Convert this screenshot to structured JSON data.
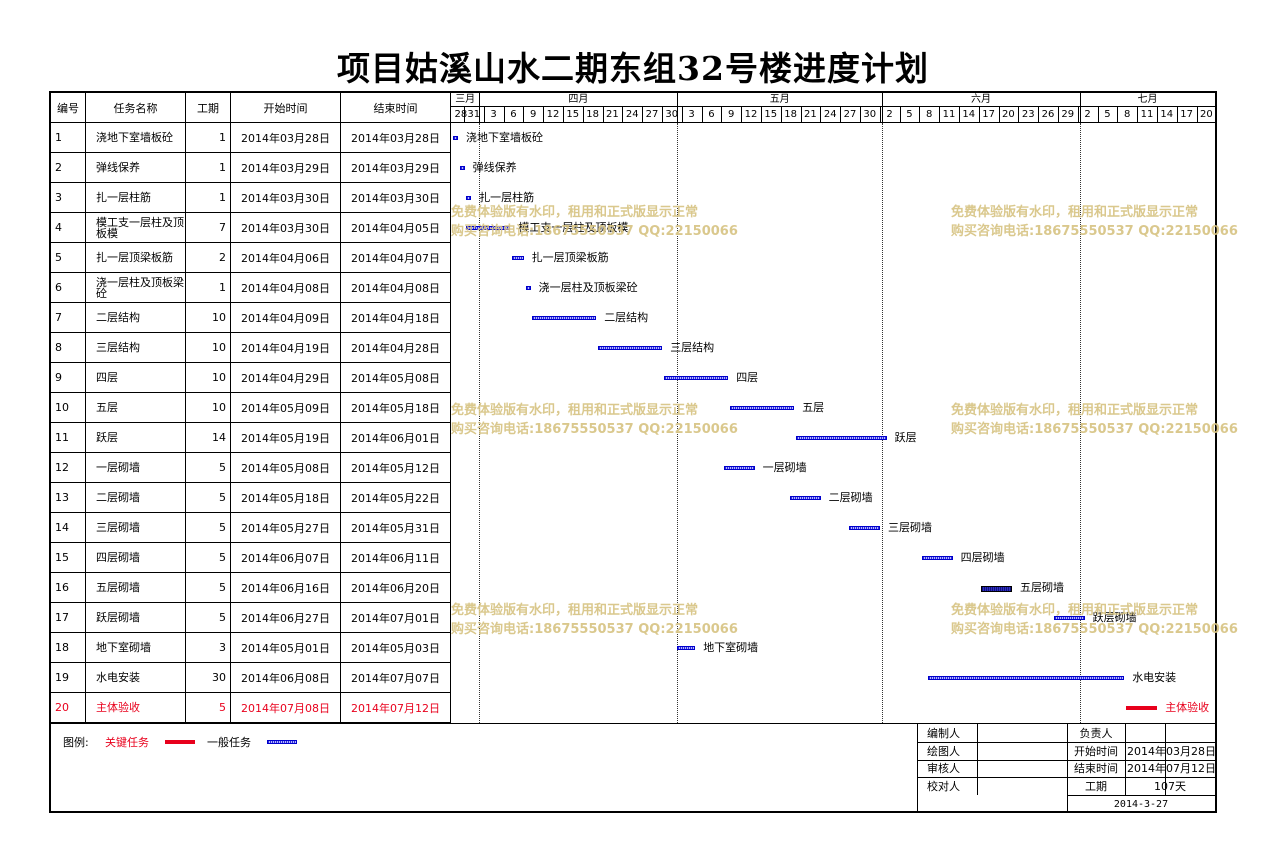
{
  "title": "项目姑溪山水二期东组32号楼进度计划",
  "colors": {
    "critical": "#e8001c",
    "normal": "#2b2bd9",
    "watermark": "#d7c484"
  },
  "headers": {
    "id": "编号",
    "name": "任务名称",
    "dur": "工期",
    "start": "开始时间",
    "end": "结束时间"
  },
  "timeline": {
    "months": [
      "三月",
      "四月",
      "五月",
      "六月",
      "七月"
    ],
    "days": [
      "28",
      "31",
      "3",
      "6",
      "9",
      "12",
      "15",
      "18",
      "21",
      "24",
      "27",
      "30",
      "3",
      "6",
      "9",
      "12",
      "15",
      "18",
      "21",
      "24",
      "27",
      "30",
      "2",
      "5",
      "8",
      "11",
      "14",
      "17",
      "20",
      "23",
      "26",
      "29",
      "2",
      "5",
      "8",
      "11",
      "14",
      "17",
      "20"
    ]
  },
  "tasks": [
    {
      "id": "1",
      "name": "浇地下室墙板砼",
      "dur": "1",
      "start": "2014年03月28日",
      "end": "2014年03月28日",
      "label": "浇地下室墙板砼",
      "day0": 0,
      "days": 1,
      "critical": false
    },
    {
      "id": "2",
      "name": "弹线保养",
      "dur": "1",
      "start": "2014年03月29日",
      "end": "2014年03月29日",
      "label": "弹线保养",
      "day0": 1,
      "days": 1,
      "critical": false
    },
    {
      "id": "3",
      "name": "扎一层柱筋",
      "dur": "1",
      "start": "2014年03月30日",
      "end": "2014年03月30日",
      "label": "扎一层柱筋",
      "day0": 2,
      "days": 1,
      "critical": false
    },
    {
      "id": "4",
      "name": "模工支一层柱及顶板模",
      "dur": "7",
      "start": "2014年03月30日",
      "end": "2014年04月05日",
      "label": "模工支一层柱及顶板模",
      "day0": 2,
      "days": 7,
      "critical": false
    },
    {
      "id": "5",
      "name": "扎一层顶梁板筋",
      "dur": "2",
      "start": "2014年04月06日",
      "end": "2014年04月07日",
      "label": "扎一层顶梁板筋",
      "day0": 9,
      "days": 2,
      "critical": false
    },
    {
      "id": "6",
      "name": "浇一层柱及顶板梁砼",
      "dur": "1",
      "start": "2014年04月08日",
      "end": "2014年04月08日",
      "label": "浇一层柱及顶板梁砼",
      "day0": 11,
      "days": 1,
      "critical": false
    },
    {
      "id": "7",
      "name": "二层结构",
      "dur": "10",
      "start": "2014年04月09日",
      "end": "2014年04月18日",
      "label": "二层结构",
      "day0": 12,
      "days": 10,
      "critical": false
    },
    {
      "id": "8",
      "name": "三层结构",
      "dur": "10",
      "start": "2014年04月19日",
      "end": "2014年04月28日",
      "label": "三层结构",
      "day0": 22,
      "days": 10,
      "critical": false
    },
    {
      "id": "9",
      "name": "四层",
      "dur": "10",
      "start": "2014年04月29日",
      "end": "2014年05月08日",
      "label": "四层",
      "day0": 32,
      "days": 10,
      "critical": false
    },
    {
      "id": "10",
      "name": "五层",
      "dur": "10",
      "start": "2014年05月09日",
      "end": "2014年05月18日",
      "label": "五层",
      "day0": 42,
      "days": 10,
      "critical": false
    },
    {
      "id": "11",
      "name": "跃层",
      "dur": "14",
      "start": "2014年05月19日",
      "end": "2014年06月01日",
      "label": "跃层",
      "day0": 52,
      "days": 14,
      "critical": false
    },
    {
      "id": "12",
      "name": "一层砌墙",
      "dur": "5",
      "start": "2014年05月08日",
      "end": "2014年05月12日",
      "label": "一层砌墙",
      "day0": 41,
      "days": 5,
      "critical": false
    },
    {
      "id": "13",
      "name": "二层砌墙",
      "dur": "5",
      "start": "2014年05月18日",
      "end": "2014年05月22日",
      "label": "二层砌墙",
      "day0": 51,
      "days": 5,
      "critical": false
    },
    {
      "id": "14",
      "name": "三层砌墙",
      "dur": "5",
      "start": "2014年05月27日",
      "end": "2014年05月31日",
      "label": "三层砌墙",
      "day0": 60,
      "days": 5,
      "critical": false
    },
    {
      "id": "15",
      "name": "四层砌墙",
      "dur": "5",
      "start": "2014年06月07日",
      "end": "2014年06月11日",
      "label": "四层砌墙",
      "day0": 71,
      "days": 5,
      "critical": false
    },
    {
      "id": "16",
      "name": "五层砌墙",
      "dur": "5",
      "start": "2014年06月16日",
      "end": "2014年06月20日",
      "label": "五层砌墙",
      "day0": 80,
      "days": 5,
      "critical": false
    },
    {
      "id": "17",
      "name": "跃层砌墙",
      "dur": "5",
      "start": "2014年06月27日",
      "end": "2014年07月01日",
      "label": "跃层砌墙",
      "day0": 91,
      "days": 5,
      "critical": false
    },
    {
      "id": "18",
      "name": "地下室砌墙",
      "dur": "3",
      "start": "2014年05月01日",
      "end": "2014年05月03日",
      "label": "地下室砌墙",
      "day0": 34,
      "days": 3,
      "critical": false
    },
    {
      "id": "19",
      "name": "水电安装",
      "dur": "30",
      "start": "2014年06月08日",
      "end": "2014年07月07日",
      "label": "水电安装",
      "day0": 72,
      "days": 30,
      "critical": false
    },
    {
      "id": "20",
      "name": "主体验收",
      "dur": "5",
      "start": "2014年07月08日",
      "end": "2014年07月12日",
      "label": "主体验收",
      "day0": 102,
      "days": 5,
      "critical": true
    }
  ],
  "legend": {
    "label": "图例:",
    "critical": "关键任务",
    "normal": "一般任务"
  },
  "footer": {
    "compiler": "编制人",
    "drafter": "绘图人",
    "reviewer": "审核人",
    "checker": "校对人",
    "owner": "负责人",
    "start_label": "开始时间",
    "start_value": "2014年03月28日",
    "end_label": "结束时间",
    "end_value": "2014年07月12日",
    "dur_label": "工期",
    "dur_value": "107天",
    "date": "2014-3-27"
  },
  "watermark": {
    "line1": "免费体验版有水印，租用和正式版显示正常",
    "line2": "购买咨询电话:18675550537 QQ:22150066"
  }
}
